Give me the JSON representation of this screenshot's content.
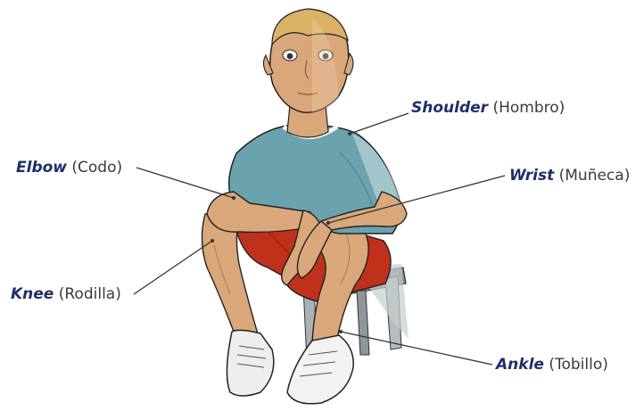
{
  "labels": {
    "shoulder": {
      "english": "Shoulder",
      "spanish": "(Hombro)"
    },
    "elbow": {
      "english": "Elbow",
      "spanish": "(Codo)"
    },
    "wrist": {
      "english": "Wrist",
      "spanish": "(Muñeca)"
    },
    "knee": {
      "english": "Knee",
      "spanish": "(Rodilla)"
    },
    "ankle": {
      "english": "Ankle",
      "spanish": "(Tobillo)"
    }
  },
  "colors": {
    "label_english": "#1f2f6b",
    "label_spanish": "#3a3a3a",
    "shirt": "#6aa3ad",
    "shorts": "#c0311c",
    "skin": "#d9a77a",
    "hair": "#d9b266",
    "stool": "#9aa3a6"
  }
}
